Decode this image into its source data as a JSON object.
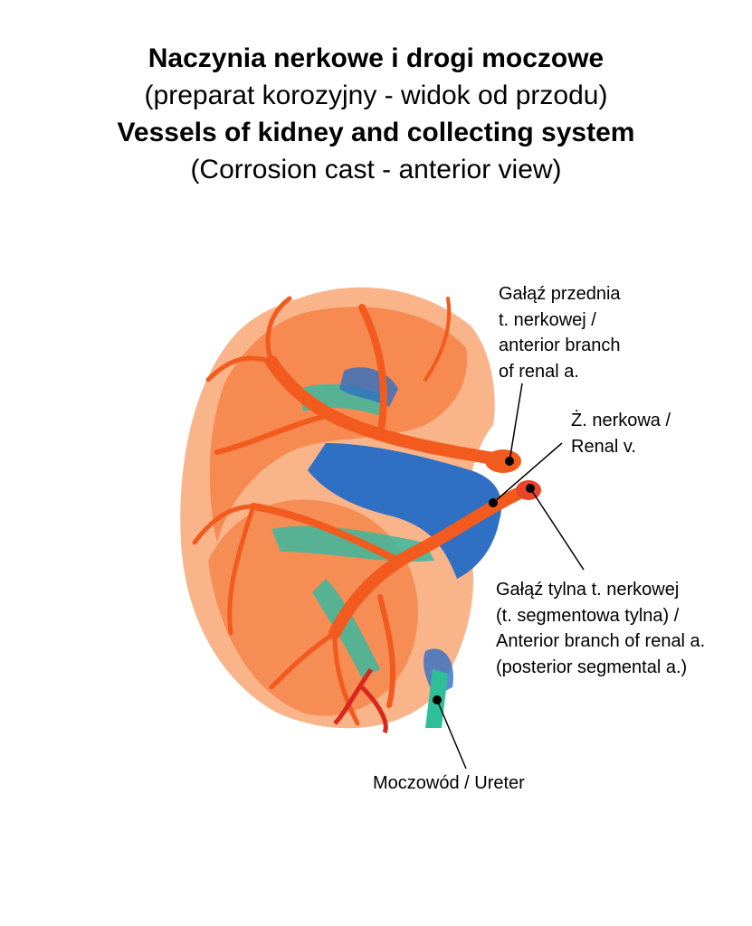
{
  "title": {
    "line1": "Naczynia nerkowe i drogi moczowe",
    "line2": "(preparat korozyjny - widok od przodu)",
    "line3": "Vessels of kidney and collecting system",
    "line4": "(Corrosion cast - anterior view)"
  },
  "labels": {
    "anterior_branch": [
      "Gałąź przednia",
      "t. nerkowej /",
      "anterior branch",
      "of renal a."
    ],
    "renal_vein": [
      "Ż. nerkowa /",
      "Renal v."
    ],
    "posterior_branch": [
      "Gałąź tylna t. nerkowej",
      "(t. segmentowa tylna) /",
      "Anterior branch of renal a.",
      "(posterior segmental a.)"
    ],
    "ureter": [
      "Moczowód / Ureter"
    ]
  },
  "colors": {
    "artery": "#f25a1e",
    "artery_light": "#f7a070",
    "vein": "#2f6fc4",
    "collecting": "#3bb8a0",
    "red": "#d8281e"
  }
}
